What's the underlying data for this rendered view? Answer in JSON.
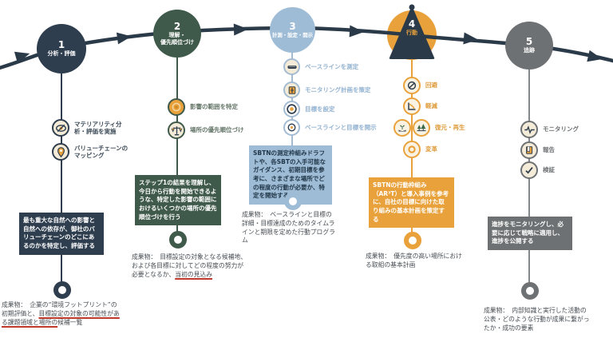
{
  "flow": {
    "colors": {
      "arrow": "#2b3a49",
      "step1": "#2f3e4e",
      "step2": "#3f594a",
      "step3": "#9fbcd6",
      "step4": "#e9a23b",
      "step5": "#6e7173",
      "underline": "#c0392b"
    },
    "deliverable_label": "成果物：",
    "steps": [
      {
        "number": "1",
        "title": "分析・評価",
        "color": "#2f3e4e",
        "items": [
          {
            "icon": "materiality-eye-icon",
            "label": "マテリアリティ分析・評価を実施"
          },
          {
            "icon": "value-chain-pin-icon",
            "label": "バリューチェーンのマッピング"
          }
        ],
        "description": "最も重大な自然への影響と自然への依存が、御社のバリューチェーンのどこにあるのかを特定し、評価する",
        "deliverable_parts": [
          {
            "text": "企業の“環境フットプリント”の初期評価と、",
            "underlined": false
          },
          {
            "text": "目標設定の対象の可能性がある課題領域と場所の",
            "underlined": true
          },
          {
            "text": "候補一覧",
            "underlined": false
          }
        ]
      },
      {
        "number": "2",
        "title": "理解・\n優先順位づけ",
        "color": "#3f594a",
        "items": [
          {
            "icon": "impact-scope-icon",
            "label": "影響の範囲を特定"
          },
          {
            "icon": "scales-icon",
            "label": "場所の優先順位づけ"
          }
        ],
        "description": "ステップ1の結果を理解し、今日から行動を開始できるような、特定した影響の範囲におけるいくつかの場所の優先順位づけを行う",
        "deliverable_parts": [
          {
            "text": "目標設定の対象となる候補地、および各目標に対してどの程度の努力が必要となるか、",
            "underlined": false
          },
          {
            "text": "当初の見込み",
            "underlined": true
          }
        ]
      },
      {
        "number": "3",
        "title": "計測・設定・開示",
        "color": "#9fbcd6",
        "items": [
          {
            "icon": "ruler-icon",
            "label": "ベースラインを測定"
          },
          {
            "icon": "monitoring-meter-icon",
            "label": "モニタリング計画を策定"
          },
          {
            "icon": "target-icon",
            "label": "目標を設定"
          },
          {
            "icon": "disclose-target-icon",
            "label": "ベースラインと目標を開示"
          }
        ],
        "description": "SBTNの測定枠組みドラフトや、各SBTの入手可能なガイダンス、初期目標を参考に、さまざまな場所でどの程度の行動が必要か、特定を開始する",
        "deliverable_parts": [
          {
            "text": "ベースラインと目標の詳細・目標達成のためのタイムラインと期限を定めた行動プログラム",
            "underlined": false
          }
        ]
      },
      {
        "number": "4",
        "title": "行動",
        "color": "#e9a23b",
        "items": [
          {
            "icon": "avoid-icon",
            "label": "回避"
          },
          {
            "icon": "reduce-chart-icon",
            "label": "軽減"
          },
          {
            "icon": "restore-hand-sprout-icon",
            "icon2": "regenerate-trees-icon",
            "label": "復元・再生"
          },
          {
            "icon": "transform-ring-icon",
            "label": "変革"
          }
        ],
        "description": "SBTNの行動枠組み（AR³T）と導入事例を参考に、自社の目標に向けた取り組みの基本計画を策定する",
        "deliverable_parts": [
          {
            "text": "優先度の高い場所における取組の基本計画",
            "underlined": false
          }
        ]
      },
      {
        "number": "5",
        "title": "追跡",
        "color": "#6e7173",
        "items": [
          {
            "icon": "pulse-monitoring-icon",
            "label": "モニタリング"
          },
          {
            "icon": "report-book-icon",
            "label": "報告"
          },
          {
            "icon": "verify-check-icon",
            "label": "検証"
          }
        ],
        "description": "進捗をモニタリングし、必要に応じて戦略に適用し、進捗を公開する",
        "deliverable_parts": [
          {
            "text": "内部知識と実行した活動の公表・どのような行動が成果に繋がったか・成功の要素",
            "underlined": false
          }
        ]
      }
    ]
  }
}
